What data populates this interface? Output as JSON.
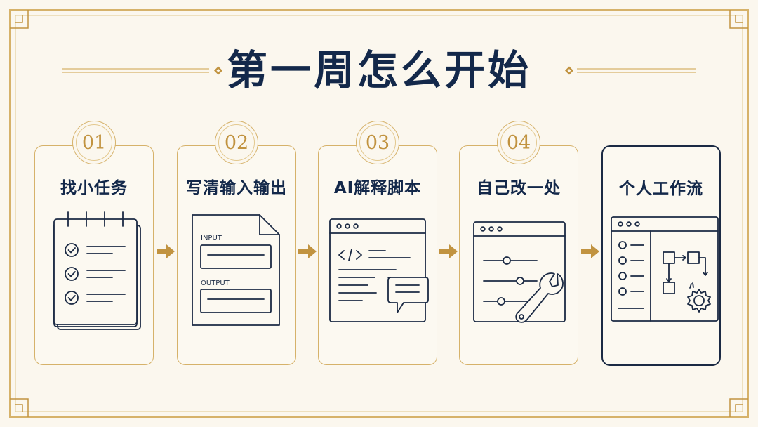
{
  "title": "第一周怎么开始",
  "steps": [
    {
      "number": "01",
      "label": "找小任务",
      "icon": "checklist-icon"
    },
    {
      "number": "02",
      "label": "写清输入输出",
      "icon": "input-output-document-icon"
    },
    {
      "number": "03",
      "label": "AI解释脚本",
      "icon": "code-explain-window-icon"
    },
    {
      "number": "04",
      "label": "自己改一处",
      "icon": "settings-wrench-icon"
    },
    {
      "number": "",
      "label": "个人工作流",
      "icon": "workflow-window-icon"
    }
  ],
  "io_labels": {
    "input": "INPUT",
    "output": "OUTPUT"
  },
  "colors": {
    "navy": "#1b2a44",
    "gold": "#c19340",
    "gold_light": "#d6b26a",
    "background": "#fbf7ee"
  }
}
